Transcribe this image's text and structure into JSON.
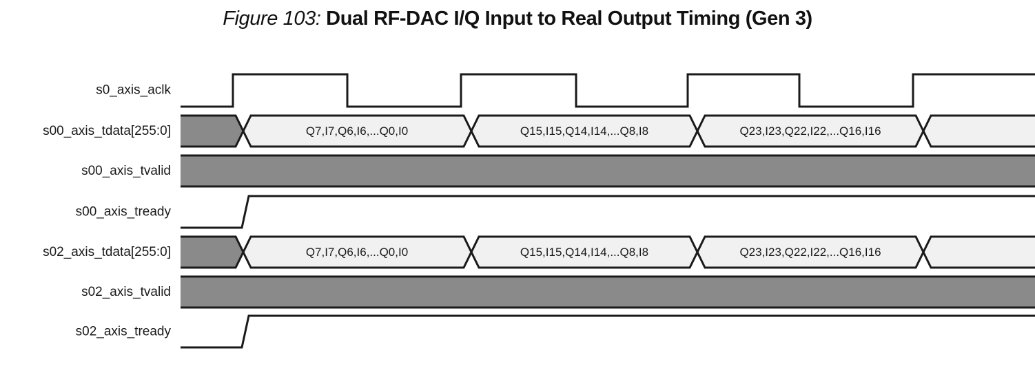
{
  "figure": {
    "label_prefix": "Figure 103:",
    "title": "Dual RF-DAC I/Q Input to Real Output Timing (Gen 3)"
  },
  "colors": {
    "line": "#1a1a1a",
    "dark_fill": "#8a8a8a",
    "light_fill": "#f1f1f1",
    "background": "#ffffff",
    "text": "#111111"
  },
  "signals": [
    {
      "name": "s0_axis_aclk",
      "kind": "clock"
    },
    {
      "name": "s00_axis_tdata[255:0]",
      "kind": "bus",
      "segments": [
        "",
        "Q7,I7,Q6,I6,...Q0,I0",
        "Q15,I15,Q14,I14,...Q8,I8",
        "Q23,I23,Q22,I22,...Q16,I16",
        ""
      ]
    },
    {
      "name": "s00_axis_tvalid",
      "kind": "level-high"
    },
    {
      "name": "s00_axis_tready",
      "kind": "low-then-high"
    },
    {
      "name": "s02_axis_tdata[255:0]",
      "kind": "bus",
      "segments": [
        "",
        "Q7,I7,Q6,I6,...Q0,I0",
        "Q15,I15,Q14,I14,...Q8,I8",
        "Q23,I23,Q22,I22,...Q16,I16",
        ""
      ]
    },
    {
      "name": "s02_axis_tvalid",
      "kind": "level-high"
    },
    {
      "name": "s02_axis_tready",
      "kind": "low-then-high"
    }
  ]
}
